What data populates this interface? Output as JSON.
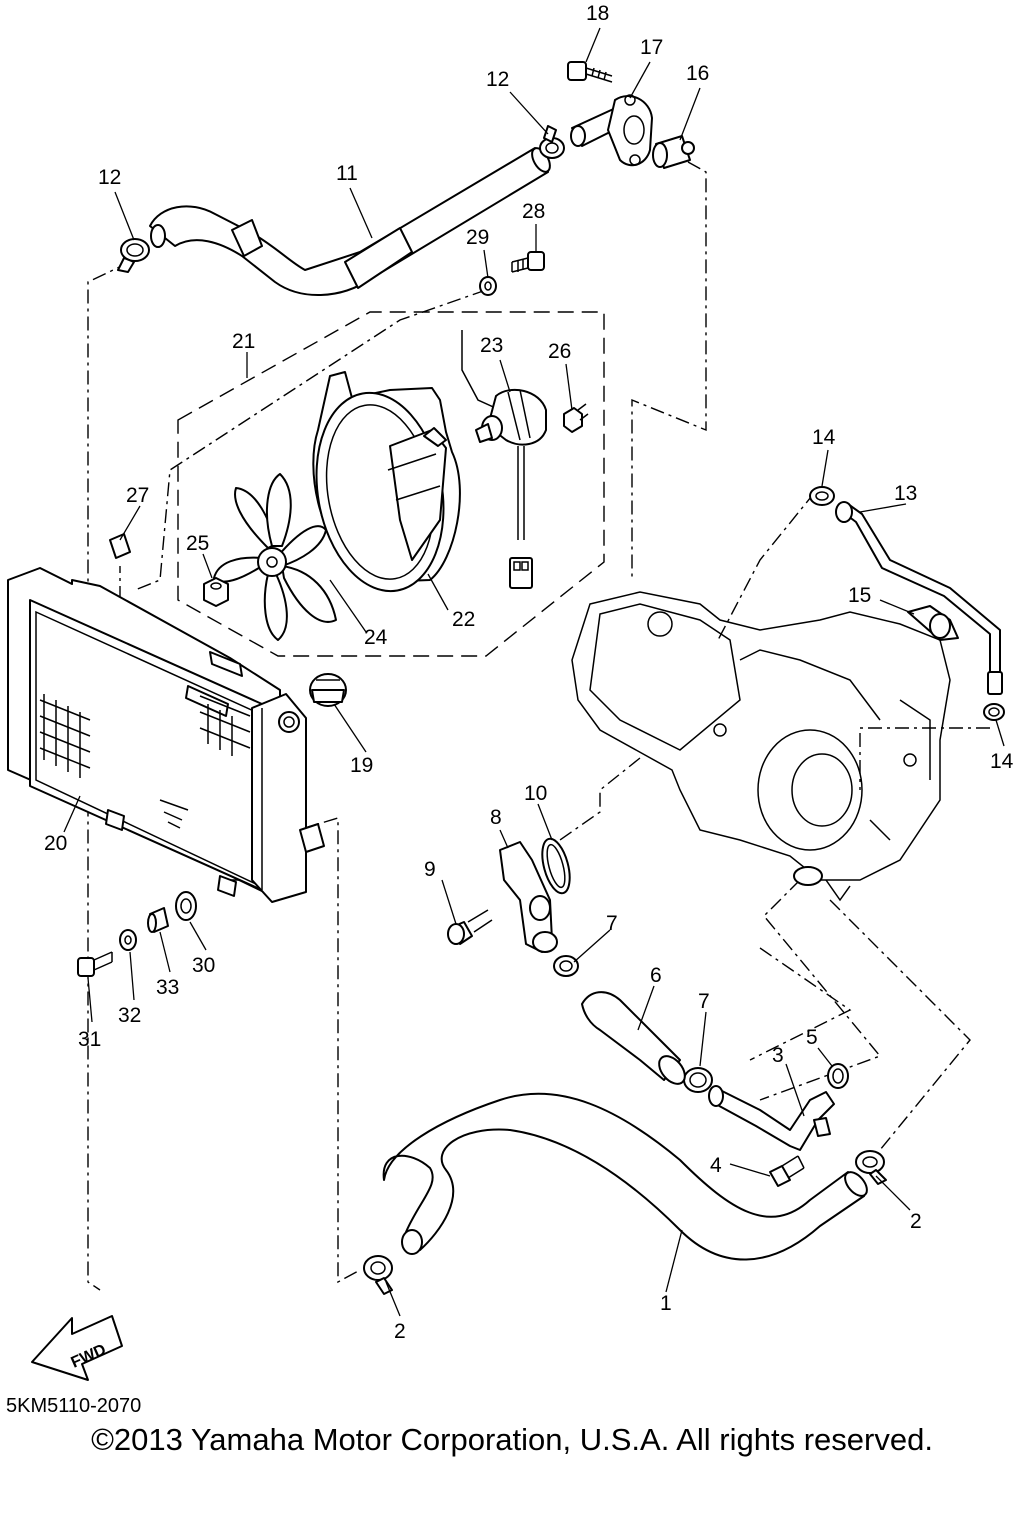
{
  "labels": {
    "p1": "1",
    "p2a": "2",
    "p2b": "2",
    "p3": "3",
    "p4": "4",
    "p5": "5",
    "p6": "6",
    "p7a": "7",
    "p7b": "7",
    "p8": "8",
    "p9": "9",
    "p10": "10",
    "p11": "11",
    "p12a": "12",
    "p12b": "12",
    "p13": "13",
    "p14a": "14",
    "p14b": "14",
    "p15": "15",
    "p16": "16",
    "p17": "17",
    "p18": "18",
    "p19": "19",
    "p20": "20",
    "p21": "21",
    "p22": "22",
    "p23": "23",
    "p24": "24",
    "p25": "25",
    "p26": "26",
    "p27": "27",
    "p28": "28",
    "p29": "29",
    "p30": "30",
    "p31": "31",
    "p32": "32",
    "p33": "33"
  },
  "fwd_label": "FWD",
  "catalog_code": "5KM5110-2070",
  "copyright": "©2013 Yamaha Motor Corporation, U.S.A. All rights reserved."
}
